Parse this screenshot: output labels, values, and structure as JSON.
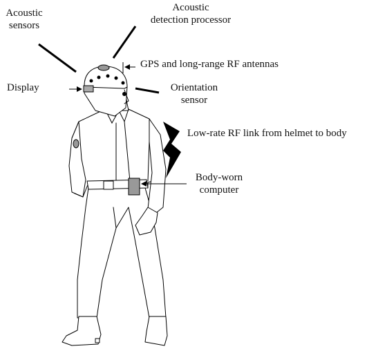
{
  "labels": {
    "acoustic_sensors": [
      "Acoustic",
      "sensors"
    ],
    "acoustic_processor": [
      "Acoustic",
      "detection processor"
    ],
    "gps": "GPS and long-range RF antennas",
    "display": "Display",
    "orientation": [
      "Orientation",
      "sensor"
    ],
    "rf_link": "Low-rate RF link from helmet to body",
    "computer": [
      "Body-worn",
      "computer"
    ]
  }
}
